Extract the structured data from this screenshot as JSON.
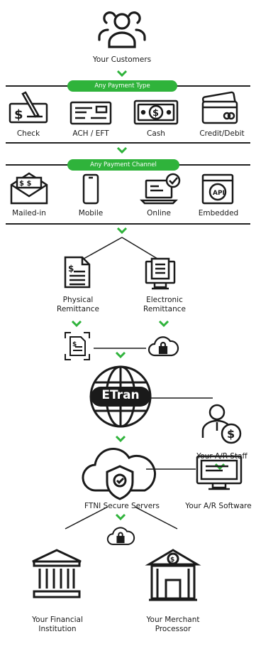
{
  "customers": {
    "label": "Your Customers"
  },
  "payment_type": {
    "banner": "Any Payment Type",
    "items": [
      "Check",
      "ACH / EFT",
      "Cash",
      "Credit/Debit"
    ]
  },
  "payment_channel": {
    "banner": "Any Payment Channel",
    "items": [
      "Mailed-in",
      "Mobile",
      "Online",
      "Embedded"
    ]
  },
  "remittance": {
    "physical": [
      "Physical",
      "Remittance"
    ],
    "electronic": [
      "Electronic",
      "Remittance"
    ]
  },
  "etran": {
    "logo_text": "ETran"
  },
  "staff": {
    "label": "Your A/R Staff"
  },
  "servers": {
    "label": "FTNI Secure Servers"
  },
  "software": {
    "label": "Your A/R Software"
  },
  "api_badge": "API",
  "destinations": {
    "financial": [
      "Your Financial",
      "Institution"
    ],
    "merchant": [
      "Your Merchant",
      "Processor"
    ]
  },
  "colors": {
    "accent": "#2fb33b",
    "ink": "#1a1a1a"
  }
}
